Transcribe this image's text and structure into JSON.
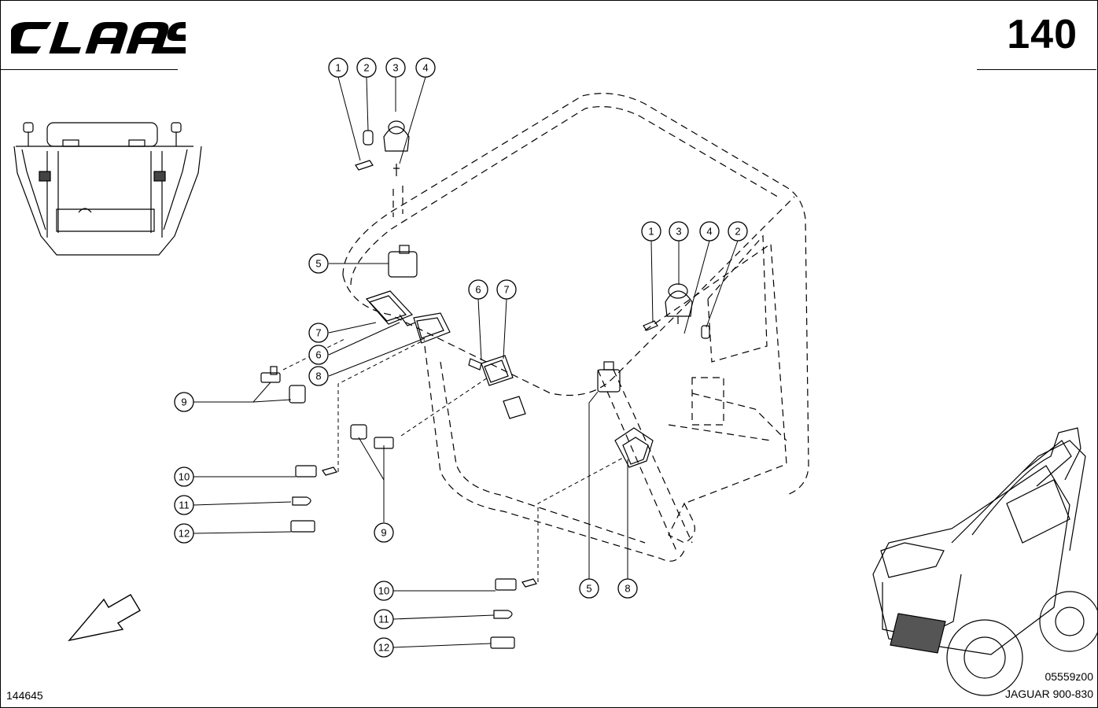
{
  "header": {
    "brand": "CLAAS",
    "page_number": "140"
  },
  "footer": {
    "doc_number": "144645",
    "drawing_code": "05559z00",
    "model": "JAGUAR 900-830"
  },
  "callouts": [
    {
      "label": "1"
    },
    {
      "label": "2"
    },
    {
      "label": "3"
    },
    {
      "label": "4"
    },
    {
      "label": "5"
    },
    {
      "label": "7"
    },
    {
      "label": "6"
    },
    {
      "label": "8"
    },
    {
      "label": "9"
    },
    {
      "label": "10"
    },
    {
      "label": "11"
    },
    {
      "label": "12"
    },
    {
      "label": "1"
    },
    {
      "label": "3"
    },
    {
      "label": "4"
    },
    {
      "label": "2"
    },
    {
      "label": "6"
    },
    {
      "label": "7"
    },
    {
      "label": "9"
    },
    {
      "label": "10"
    },
    {
      "label": "11"
    },
    {
      "label": "12"
    },
    {
      "label": "5"
    },
    {
      "label": "8"
    }
  ]
}
